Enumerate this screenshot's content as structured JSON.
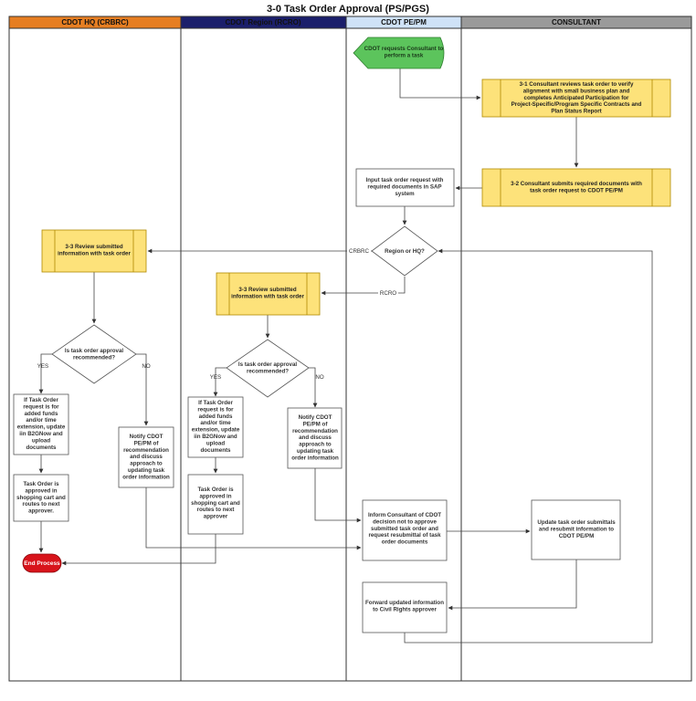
{
  "title": "3-0 Task Order Approval (PS/PGS)",
  "lanes": [
    {
      "label": "CDOT HQ (CRBRC)",
      "color": "#e67e22",
      "text_color": "#111111"
    },
    {
      "label": "CDOT Region (RCRO)",
      "color": "#1b1f6b",
      "text_color": "#ffffff"
    },
    {
      "label": "CDOT PE/PM",
      "color": "#cfe2f7",
      "text_color": "#111111"
    },
    {
      "label": "CONSULTANT",
      "color": "#9a9a9a",
      "text_color": "#111111"
    }
  ],
  "colors": {
    "process_fill": "#fde27a",
    "process_stroke": "#b08a00",
    "start_fill": "#5cc45c",
    "end_fill": "#d8141b",
    "box_stroke": "#555555",
    "line": "#444444"
  },
  "nodes": {
    "start": {
      "lines": [
        "CDOT requests Consultant to",
        "perform a task"
      ]
    },
    "consultant_review": {
      "lines": [
        "3-1 Consultant reviews task order to verify",
        "alignment with small business plan and",
        "completes Anticipated Participation for",
        "Project-Specific/Program Specific Contracts and",
        "Plan Status Report"
      ]
    },
    "consultant_submit": {
      "lines": [
        "3-2 Consultant submits required documents with",
        "task order request to CDOT PE/PM"
      ]
    },
    "input_sap": {
      "lines": [
        "Input task order request with",
        "required documents in SAP",
        "system"
      ]
    },
    "region_or_hq": {
      "lines": [
        "Region or HQ?"
      ]
    },
    "hq_review": {
      "lines": [
        "3-3 Review submitted",
        "information with task order"
      ]
    },
    "region_review": {
      "lines": [
        "3-3 Review submitted",
        "information with task order"
      ]
    },
    "hq_decision": {
      "lines": [
        "Is task order approval",
        "recommended?"
      ]
    },
    "region_decision": {
      "lines": [
        "Is task order approval",
        "recommended?"
      ]
    },
    "hq_if": {
      "lines": [
        "If Task Order",
        "request is for",
        "added funds",
        "and/or time",
        "extension, update",
        "iin B2GNow and",
        "upload",
        "documents"
      ]
    },
    "region_if": {
      "lines": [
        "If Task Order",
        "request is for",
        "added funds",
        "and/or time",
        "extension, update",
        "iin B2GNow and",
        "upload",
        "documents"
      ]
    },
    "hq_notify": {
      "lines": [
        "Notify CDOT",
        "PE/PM of",
        "recommendation",
        "and discuss",
        "approach to",
        "updating task",
        "order information"
      ]
    },
    "region_notify": {
      "lines": [
        "Notify CDOT",
        "PE/PM of",
        "recommendation",
        "and discuss",
        "approach to",
        "updating task",
        "order information"
      ]
    },
    "hq_approved": {
      "lines": [
        "Task Order is",
        "approved in",
        "shopping cart and",
        "routes to next",
        "approver."
      ]
    },
    "region_approved": {
      "lines": [
        "Task Order is",
        "approved in",
        "shopping cart and",
        "routes to next",
        "approver"
      ]
    },
    "end": {
      "lines": [
        "End Process"
      ]
    },
    "inform_consultant": {
      "lines": [
        "Inform Consultant of CDOT",
        "decision not to approve",
        "submitted task order and",
        "request resubmittal of task",
        "order documents"
      ]
    },
    "update_resubmit": {
      "lines": [
        "Update task order submittals",
        "and resubmit information to",
        "CDOT PE/PM"
      ]
    },
    "forward_info": {
      "lines": [
        "Forward updated information",
        "to Civil Rights approver"
      ]
    }
  },
  "edge_labels": {
    "crbrc": "CRBRC",
    "rcro": "RCRO",
    "hq_yes": "YES",
    "hq_no": "NO",
    "region_yes": "YES",
    "region_no": "NO"
  }
}
